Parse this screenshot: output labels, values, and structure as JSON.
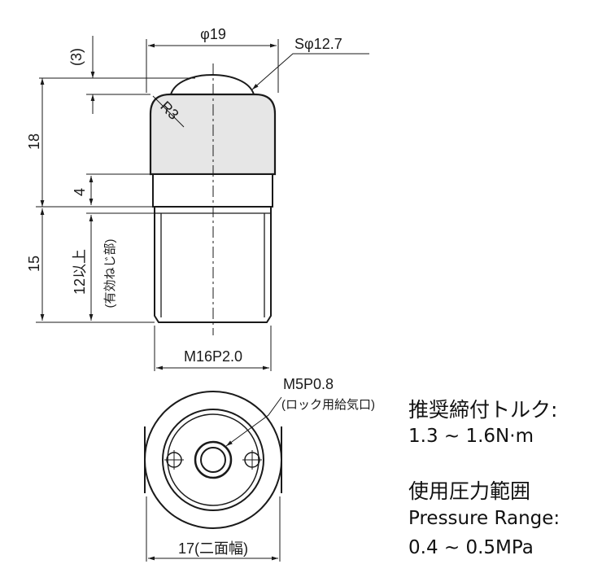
{
  "dimensions": {
    "diameter_top": "φ19",
    "sphere": "Sφ12.7",
    "protrusion": "(3)",
    "radius": "R3",
    "height_head": "18",
    "height_collar": "4",
    "thread_length": "15",
    "effective_thread_main": "12以上",
    "effective_thread_note": "(有効ねじ部)",
    "thread_spec": "M16P2.0",
    "port_spec": "M5P0.8",
    "port_note": "(ロック用給気口)",
    "across_flats": "17(二面幅)"
  },
  "specs": {
    "torque_title": "推奨締付トルク:",
    "torque_value": "1.3 ~ 1.6N·m",
    "pressure_title_jp": "使用圧力範囲",
    "pressure_title_en": "Pressure Range:",
    "pressure_value": "0.4 ~ 0.5MPa"
  }
}
